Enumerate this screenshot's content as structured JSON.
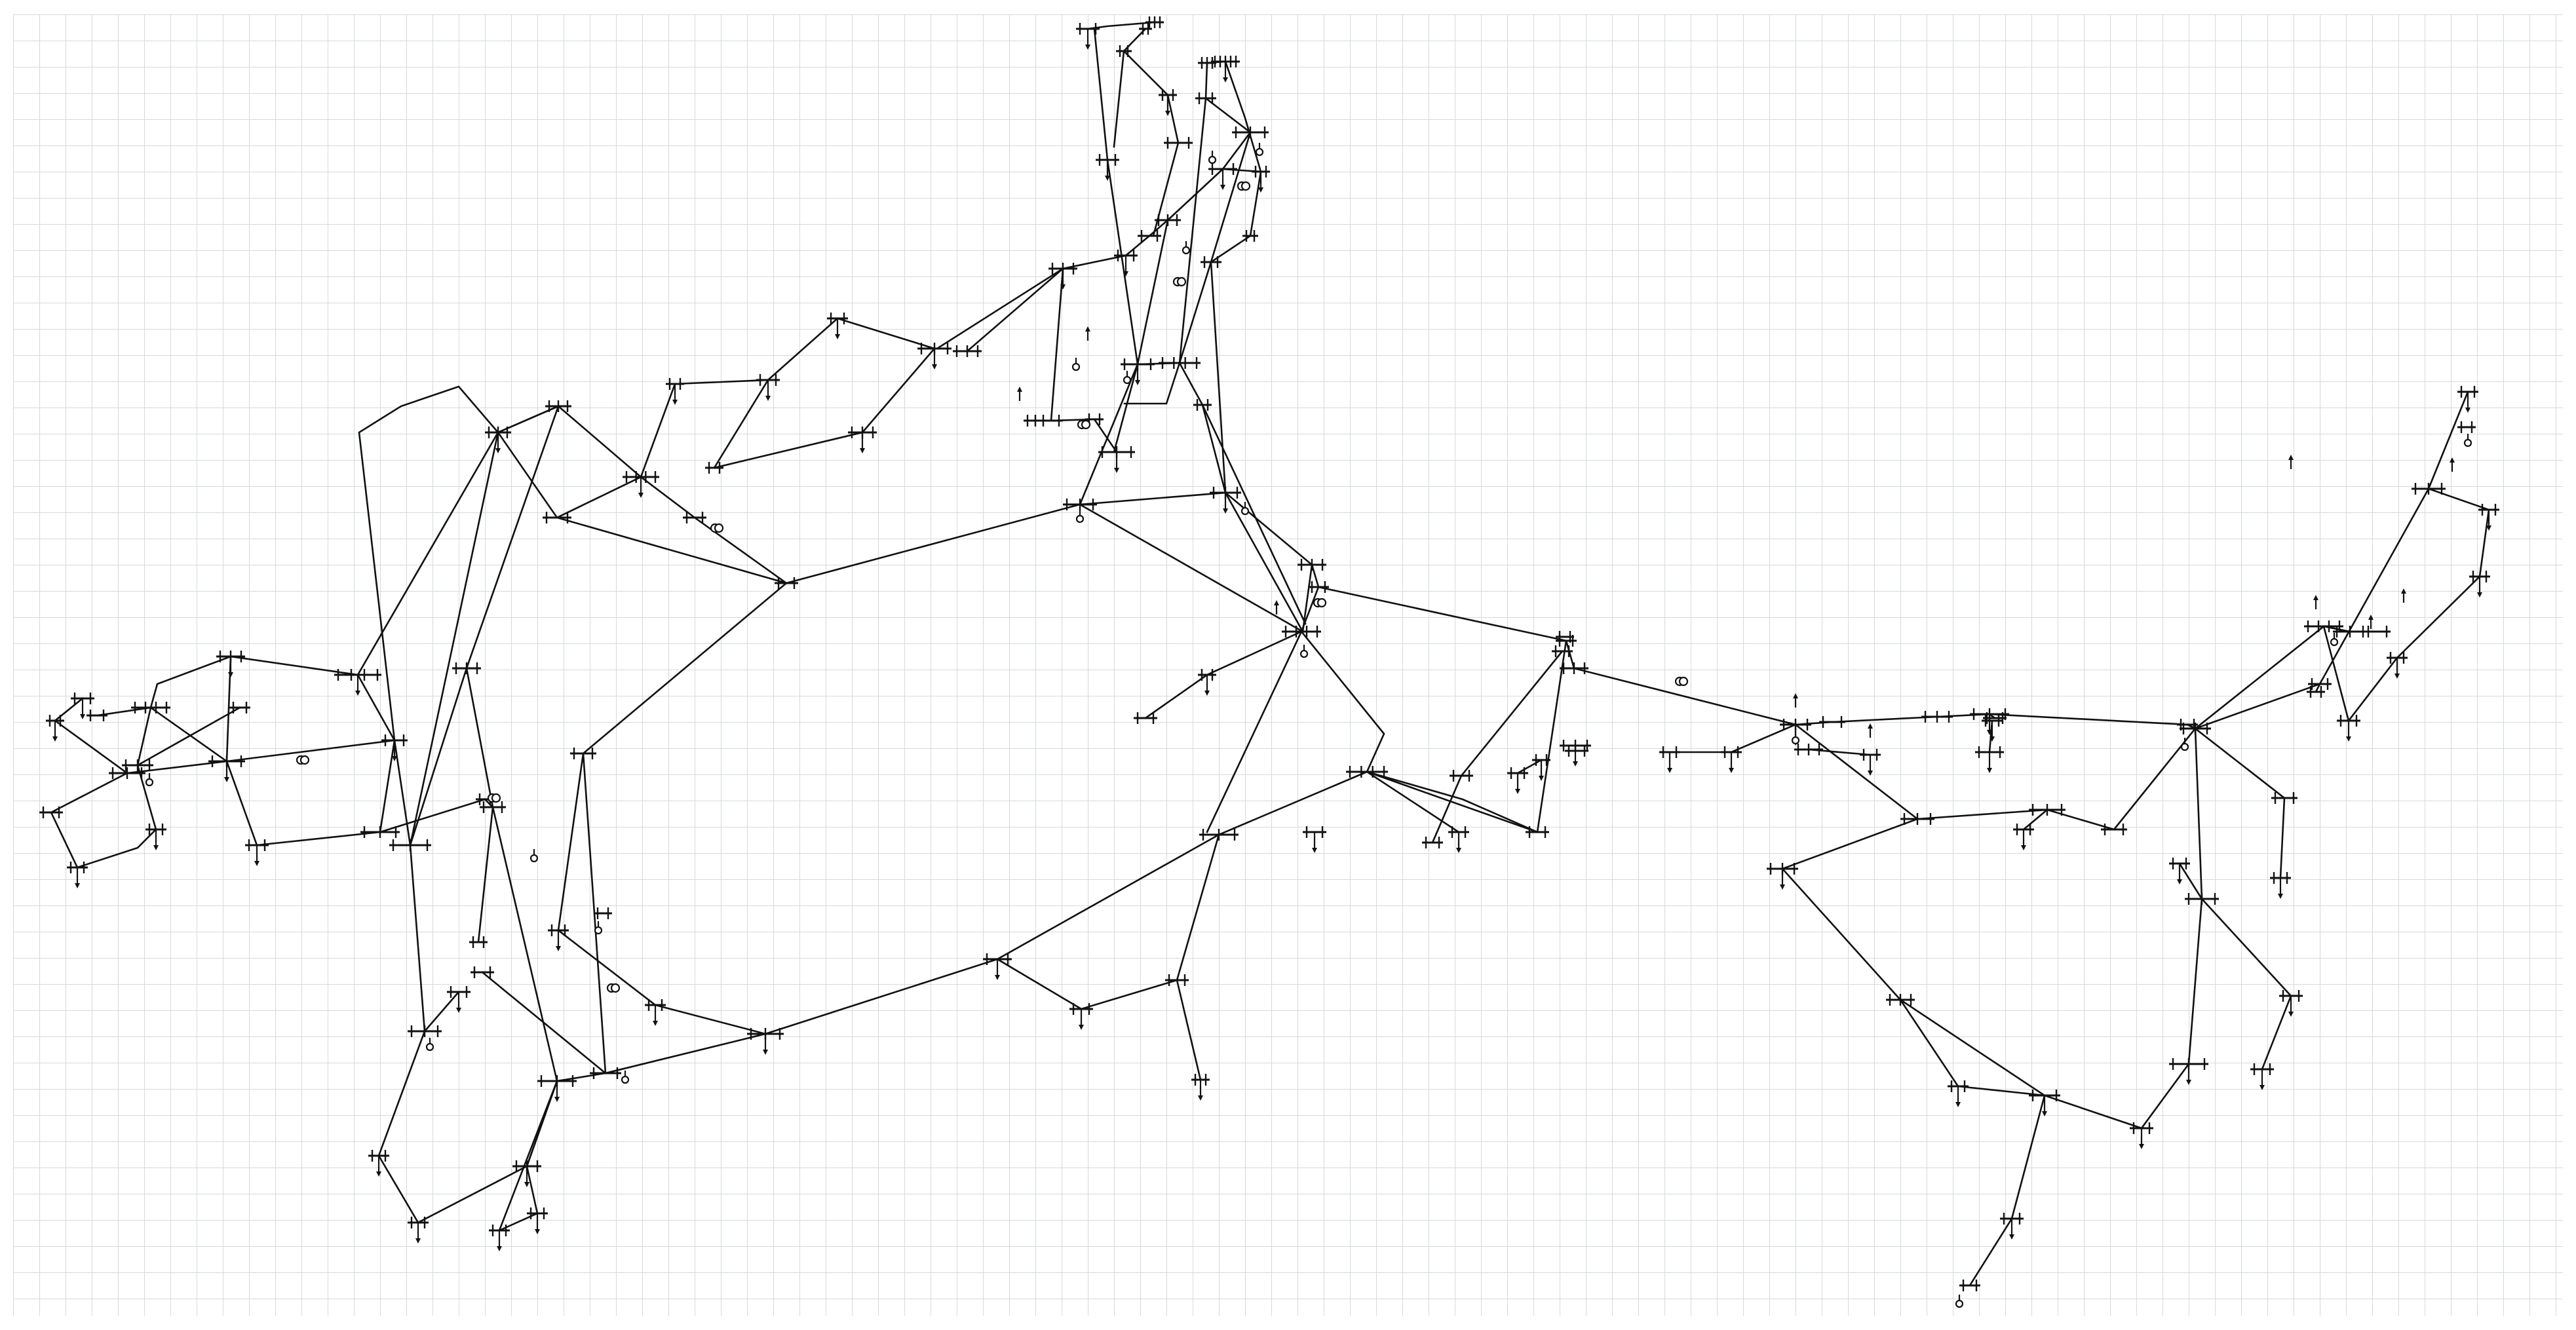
{
  "canvas": {
    "background": "#ffffff",
    "grid_color": "#d5dade",
    "line_color": "#111111",
    "grid_visible": true
  },
  "diagram": {
    "type": "single-line power network diagram",
    "element_types": [
      "bus-bar",
      "transmission-line",
      "load-arrow",
      "generator-circle",
      "transformer"
    ]
  }
}
